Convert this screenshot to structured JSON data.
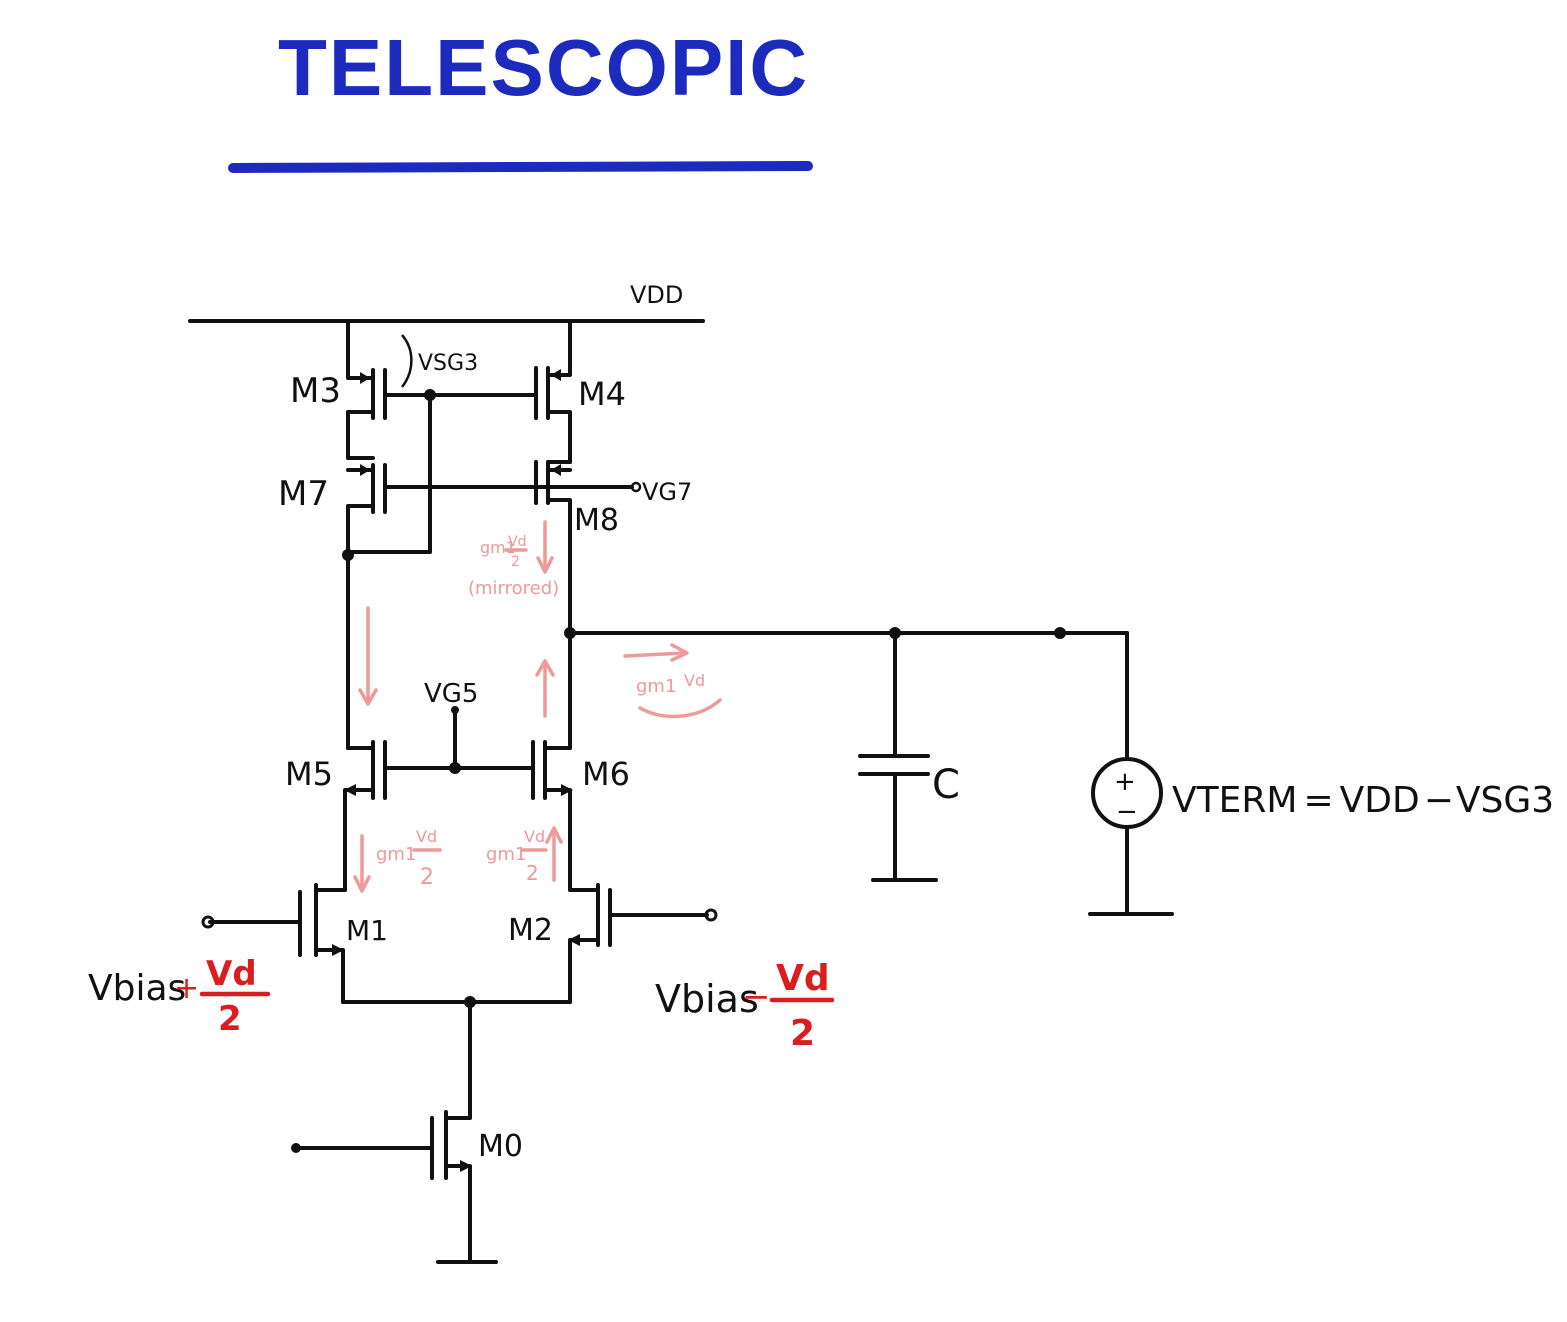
{
  "title": "TELESCOPIC",
  "colors": {
    "title": "#1c2bbd",
    "wire": "#111111",
    "signal_current": "#ec9a9a",
    "input_signal": "#d81e1e"
  },
  "rails": {
    "vdd": "VDD"
  },
  "transistors": {
    "m0": "M0",
    "m1": "M1",
    "m2": "M2",
    "m3": "M3",
    "m4": "M4",
    "m5": "M5",
    "m6": "M6",
    "m7": "M7",
    "m8": "M8"
  },
  "bias_labels": {
    "vsg3": "VSG3",
    "vg7": "VG7",
    "vg5": "VG5"
  },
  "inputs": {
    "left": {
      "base": "Vbias",
      "sign": "+",
      "num": "Vd",
      "den": "2"
    },
    "right": {
      "base": "Vbias",
      "sign": "−",
      "num": "Vd",
      "den": "2"
    }
  },
  "currents": {
    "half_left": {
      "gm": "gm1",
      "num": "Vd",
      "den": "2"
    },
    "half_right": {
      "gm": "gm1",
      "num": "Vd",
      "den": "2"
    },
    "mirrored": {
      "gm": "gm1",
      "num": "Vd",
      "den": "2",
      "note": "(mirrored)"
    },
    "output": {
      "gm": "gm1",
      "v": "Vd"
    }
  },
  "load": {
    "capacitor": "C"
  },
  "source": {
    "plus": "+",
    "minus": "−",
    "equation": {
      "lhs": "VTERM",
      "eq": "=",
      "vdd": "VDD",
      "minus": "−",
      "vsg3": "VSG3"
    }
  }
}
